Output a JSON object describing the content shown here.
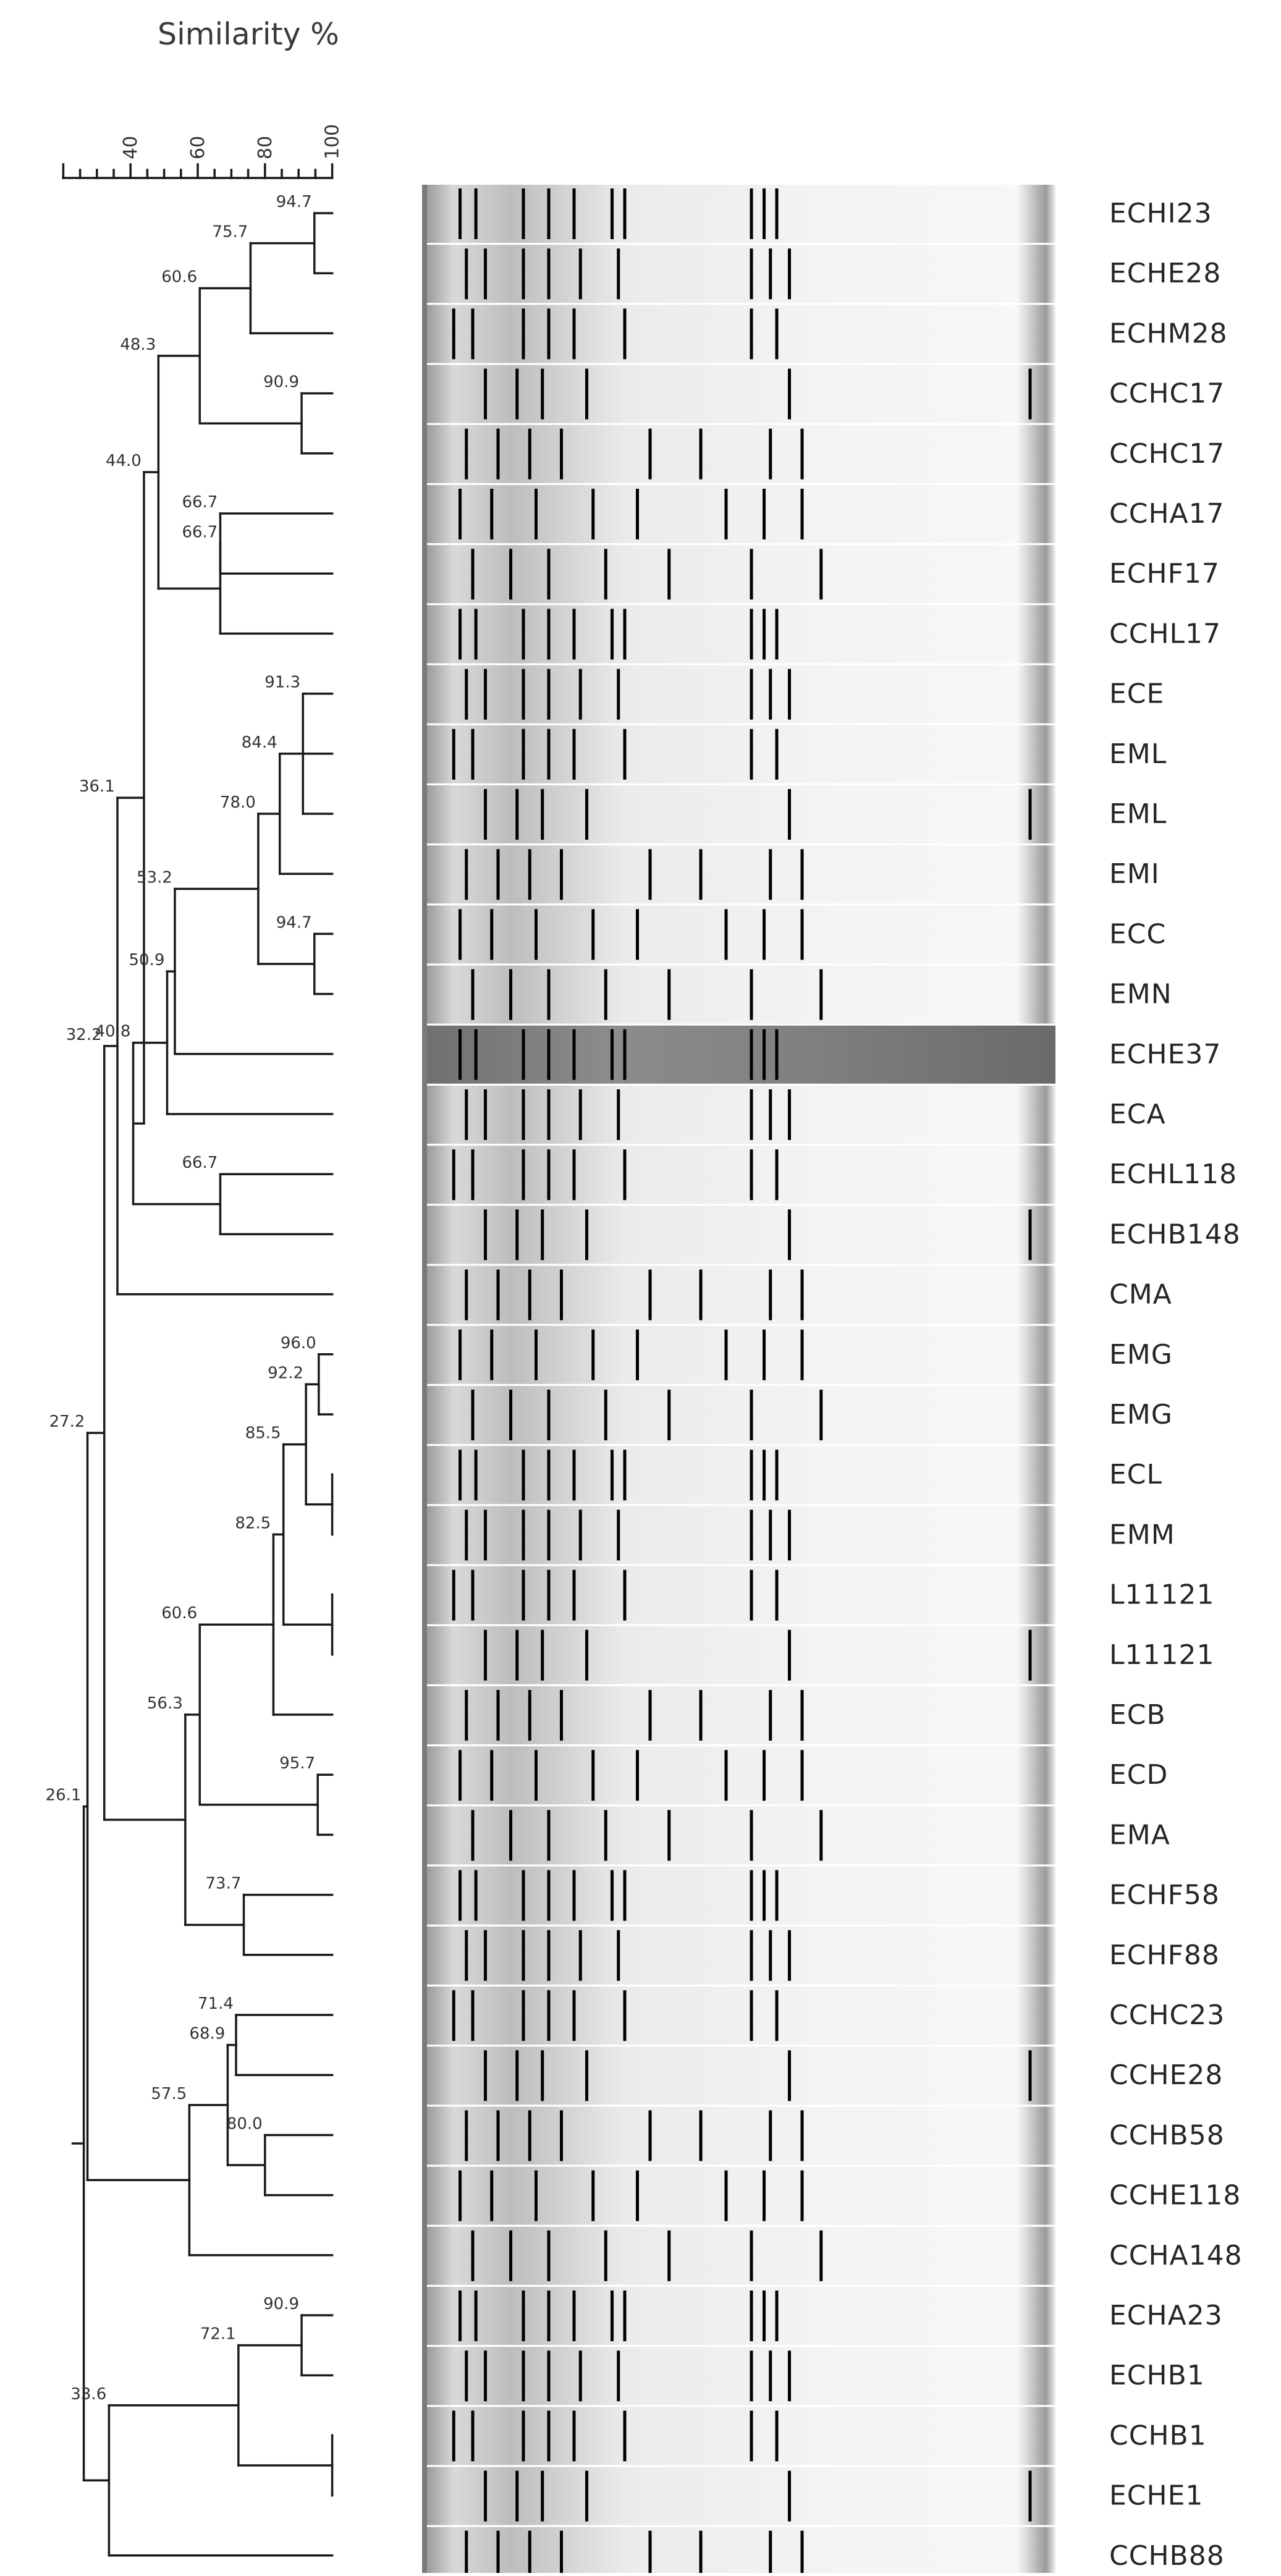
{
  "title": "Similarity %",
  "scale": {
    "min": 20,
    "max": 100,
    "ticks": [
      40,
      60,
      80,
      100
    ]
  },
  "samples": [
    "ECHI23",
    "ECHE28",
    "ECHM28",
    "CCHC17",
    "CCHC17",
    "CCHA17",
    "ECHF17",
    "CCHL17",
    "ECE",
    "EML",
    "EML",
    "EMI",
    "ECC",
    "EMN",
    "ECHE37",
    "ECA",
    "ECHL118",
    "ECHB148",
    "CMA",
    "EMG",
    "EMG",
    "ECL",
    "EMM",
    "L11121",
    "L11121",
    "ECB",
    "ECD",
    "EMA",
    "ECHF58",
    "ECHF88",
    "CCHC23",
    "CCHE28",
    "CCHB58",
    "CCHE118",
    "CCHA148",
    "ECHA23",
    "ECHB1",
    "CCHB1",
    "ECHE1",
    "CCHB88"
  ],
  "nodes": [
    {
      "id": "n01",
      "sim": 94.7,
      "label": "94.7",
      "children": [
        0,
        1
      ]
    },
    {
      "id": "n02",
      "sim": 75.7,
      "label": "75.7",
      "children": [
        "n01",
        2
      ]
    },
    {
      "id": "n03",
      "sim": 90.9,
      "label": "90.9",
      "children": [
        3,
        4
      ]
    },
    {
      "id": "n04",
      "sim": 60.6,
      "label": "60.6",
      "children": [
        "n02",
        "n03"
      ]
    },
    {
      "id": "n05",
      "sim": 66.7,
      "label": "66.7",
      "children": [
        5,
        6
      ]
    },
    {
      "id": "n06",
      "sim": 66.7,
      "label": "66.7",
      "children": [
        "n05",
        7
      ]
    },
    {
      "id": "n07",
      "sim": 48.3,
      "label": "48.3",
      "children": [
        "n04",
        "n06"
      ]
    },
    {
      "id": "n08",
      "sim": 91.3,
      "label": "91.3",
      "children": [
        8,
        9,
        10
      ]
    },
    {
      "id": "n09",
      "sim": 84.4,
      "label": "84.4",
      "children": [
        "n08",
        11
      ]
    },
    {
      "id": "n10",
      "sim": 94.7,
      "label": "94.7",
      "children": [
        12,
        13
      ]
    },
    {
      "id": "n11",
      "sim": 78.0,
      "label": "78.0",
      "children": [
        "n09",
        "n10"
      ]
    },
    {
      "id": "n12",
      "sim": 53.2,
      "label": "53.2",
      "children": [
        "n11",
        14
      ]
    },
    {
      "id": "n13",
      "sim": 50.9,
      "label": "50.9",
      "children": [
        "n12",
        15
      ]
    },
    {
      "id": "n14",
      "sim": 66.7,
      "label": "66.7",
      "children": [
        16,
        17
      ]
    },
    {
      "id": "n15",
      "sim": 40.8,
      "label": "40.8",
      "children": [
        "n13",
        "n14"
      ]
    },
    {
      "id": "n16",
      "sim": 44.0,
      "label": "44.0",
      "children": [
        "n07",
        "n15"
      ]
    },
    {
      "id": "n17",
      "sim": 36.1,
      "label": "36.1",
      "children": [
        "n16",
        18
      ]
    },
    {
      "id": "n18",
      "sim": 96.0,
      "label": "96.0",
      "children": [
        19,
        20
      ]
    },
    {
      "id": "n19",
      "sim": 100,
      "label": "",
      "children": [
        21,
        22
      ]
    },
    {
      "id": "n20",
      "sim": 92.2,
      "label": "92.2",
      "children": [
        "n18",
        "n19"
      ]
    },
    {
      "id": "n21",
      "sim": 100,
      "label": "",
      "children": [
        23,
        24
      ]
    },
    {
      "id": "n22",
      "sim": 85.5,
      "label": "85.5",
      "children": [
        "n20",
        "n21"
      ]
    },
    {
      "id": "n23",
      "sim": 82.5,
      "label": "82.5",
      "children": [
        "n22",
        25
      ]
    },
    {
      "id": "n24",
      "sim": 95.7,
      "label": "95.7",
      "children": [
        26,
        27
      ]
    },
    {
      "id": "n25",
      "sim": 60.6,
      "label": "60.6",
      "children": [
        "n23",
        "n24"
      ]
    },
    {
      "id": "n26",
      "sim": 73.7,
      "label": "73.7",
      "children": [
        28,
        29
      ]
    },
    {
      "id": "n27",
      "sim": 56.3,
      "label": "56.3",
      "children": [
        "n25",
        "n26"
      ]
    },
    {
      "id": "n28",
      "sim": 32.2,
      "label": "32.2",
      "children": [
        "n17",
        "n27"
      ]
    },
    {
      "id": "n29",
      "sim": 71.4,
      "label": "71.4",
      "children": [
        30,
        31
      ]
    },
    {
      "id": "n30",
      "sim": 80.0,
      "label": "80.0",
      "children": [
        32,
        33
      ]
    },
    {
      "id": "n31",
      "sim": 68.9,
      "label": "68.9",
      "children": [
        "n29",
        "n30"
      ]
    },
    {
      "id": "n32",
      "sim": 57.5,
      "label": "57.5",
      "children": [
        "n31",
        34
      ]
    },
    {
      "id": "n33",
      "sim": 27.2,
      "label": "27.2",
      "children": [
        "n28",
        "n32"
      ]
    },
    {
      "id": "n34",
      "sim": 90.9,
      "label": "90.9",
      "children": [
        35,
        36
      ]
    },
    {
      "id": "n35",
      "sim": 100,
      "label": "",
      "children": [
        37,
        38
      ]
    },
    {
      "id": "n36",
      "sim": 72.1,
      "label": "72.1",
      "children": [
        "n34",
        "n35"
      ]
    },
    {
      "id": "n37",
      "sim": 33.6,
      "label": "33.6",
      "children": [
        "n36",
        39
      ]
    },
    {
      "id": "n38",
      "sim": 26.1,
      "label": "26.1",
      "children": [
        "n33",
        "n37"
      ]
    }
  ]
}
